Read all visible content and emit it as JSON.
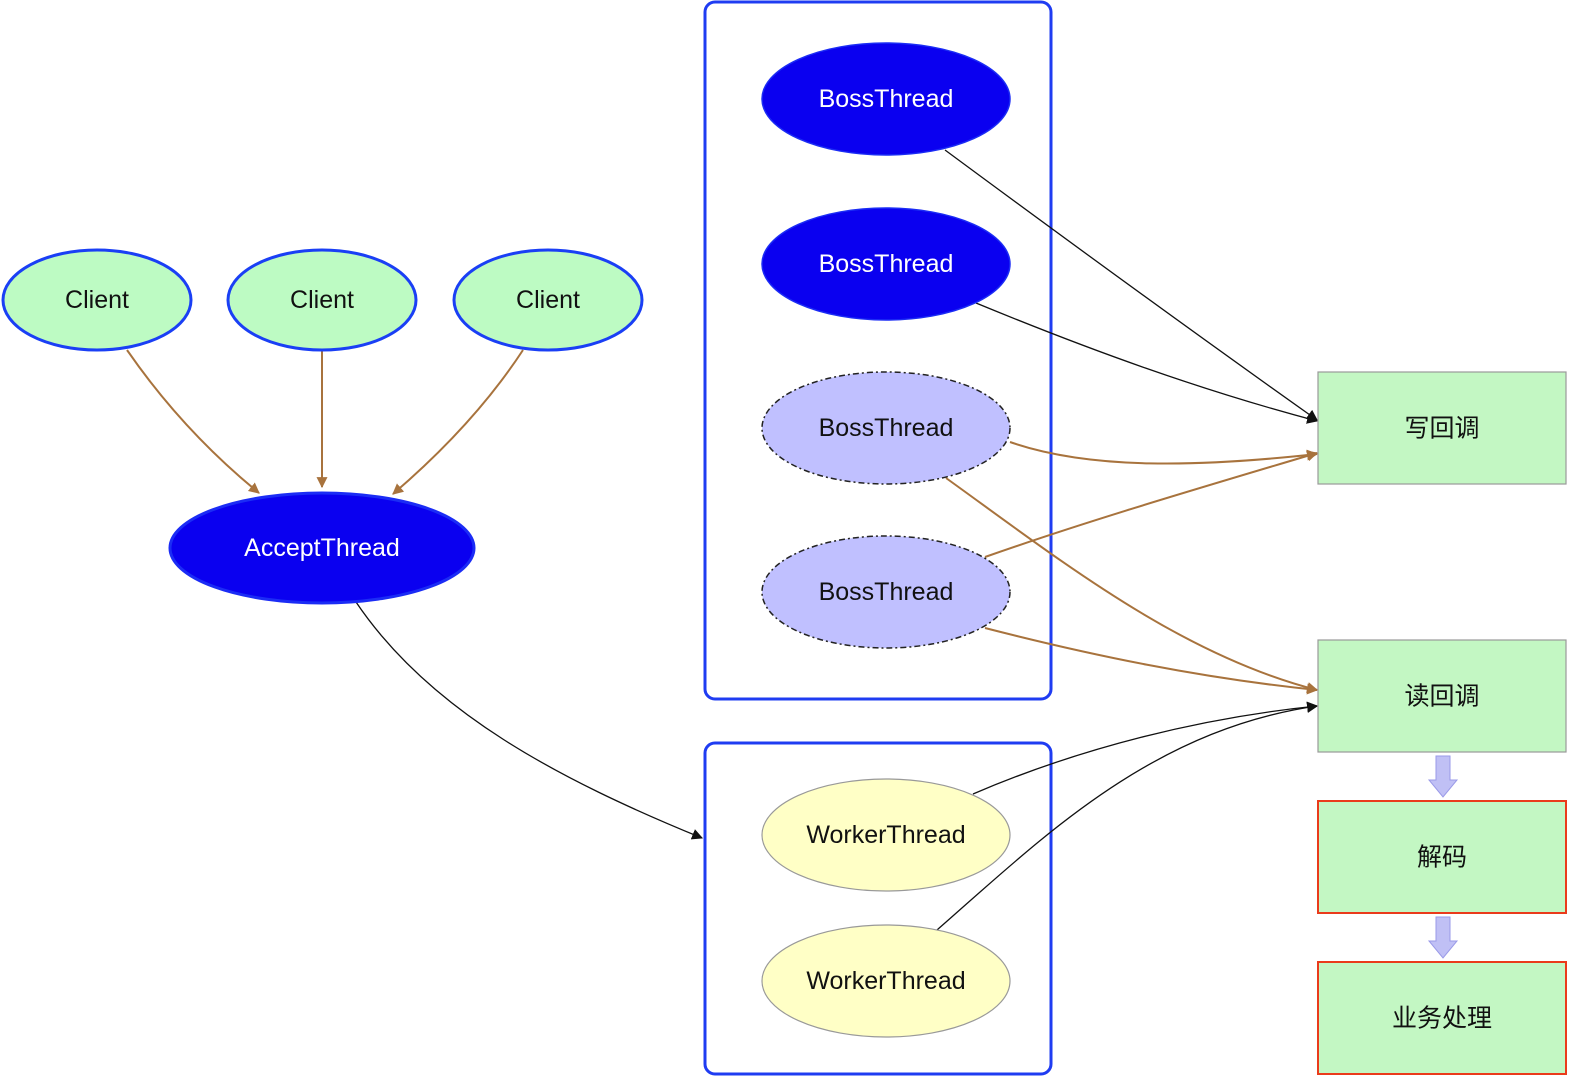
{
  "colors": {
    "client_fill": "#bdfbc3",
    "client_stroke": "#1a3ff5",
    "thread_fill": "#0a00f0",
    "thread_stroke": "#1b2cf5",
    "boss_idle_fill": "#c0c0ff",
    "worker_fill": "#ffffc6",
    "box_fill": "#c3f7c3",
    "box_red_stroke": "#ea3b1b",
    "brown_edge": "#a8733d",
    "black_edge": "#111111",
    "flow_arrow": "#c0c0f5",
    "group_stroke": "#1f3cf2"
  },
  "clients": [
    {
      "label": "Client"
    },
    {
      "label": "Client"
    },
    {
      "label": "Client"
    }
  ],
  "accept_thread": {
    "label": "AcceptThread"
  },
  "boss_threads": [
    {
      "label": "BossThread"
    },
    {
      "label": "BossThread"
    },
    {
      "label": "BossThread"
    },
    {
      "label": "BossThread"
    }
  ],
  "worker_threads": [
    {
      "label": "WorkerThread"
    },
    {
      "label": "WorkerThread"
    }
  ],
  "callbacks": {
    "write": "写回调",
    "read": "读回调",
    "decode": "解码",
    "business": "业务处理"
  }
}
